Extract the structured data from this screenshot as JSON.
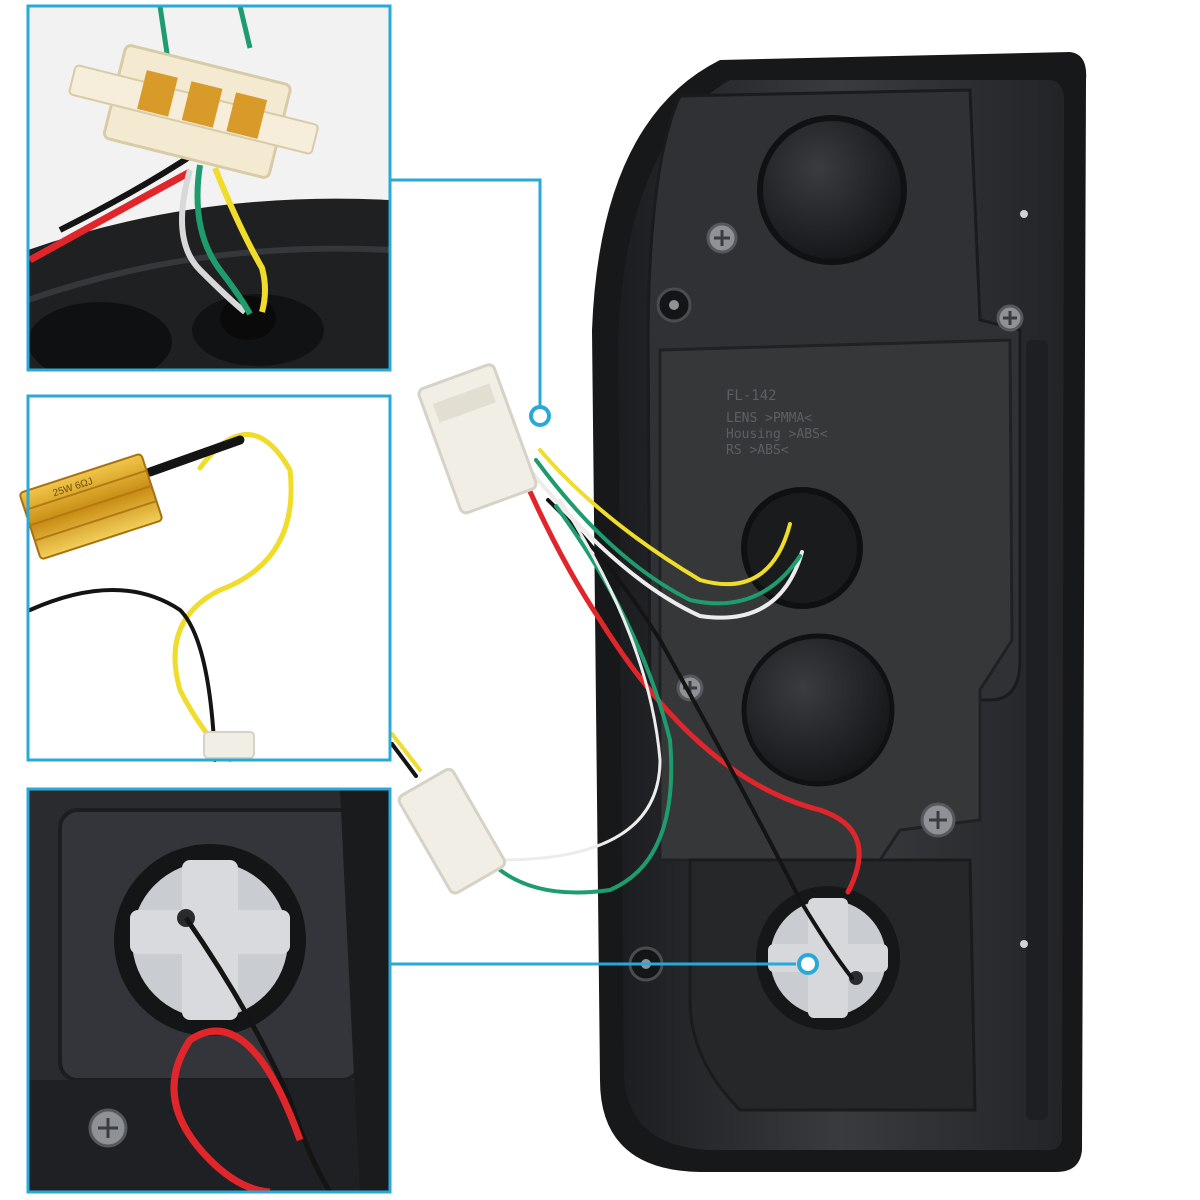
{
  "housing_markings": {
    "part_code": "FL-142",
    "lens": "LENS >PMMA<",
    "housing": "Housing >ABS<",
    "rs": "RS >ABS<"
  },
  "resistor_print": "25W 6ΩJ",
  "colors": {
    "callout_line": "#2aa9d8",
    "housing": "#2b2d30",
    "wire_red": "#e0262a",
    "wire_black": "#141414",
    "wire_yellow": "#f0dc2a",
    "wire_green": "#1f9c6e",
    "wire_white": "#ececec",
    "resistor_gold": "#d9a227",
    "socket_grey": "#c9ccd1"
  },
  "icons": [
    "screw-icon",
    "grommet-icon",
    "connector-icon",
    "bulb-socket-icon",
    "callout-dot-icon"
  ]
}
